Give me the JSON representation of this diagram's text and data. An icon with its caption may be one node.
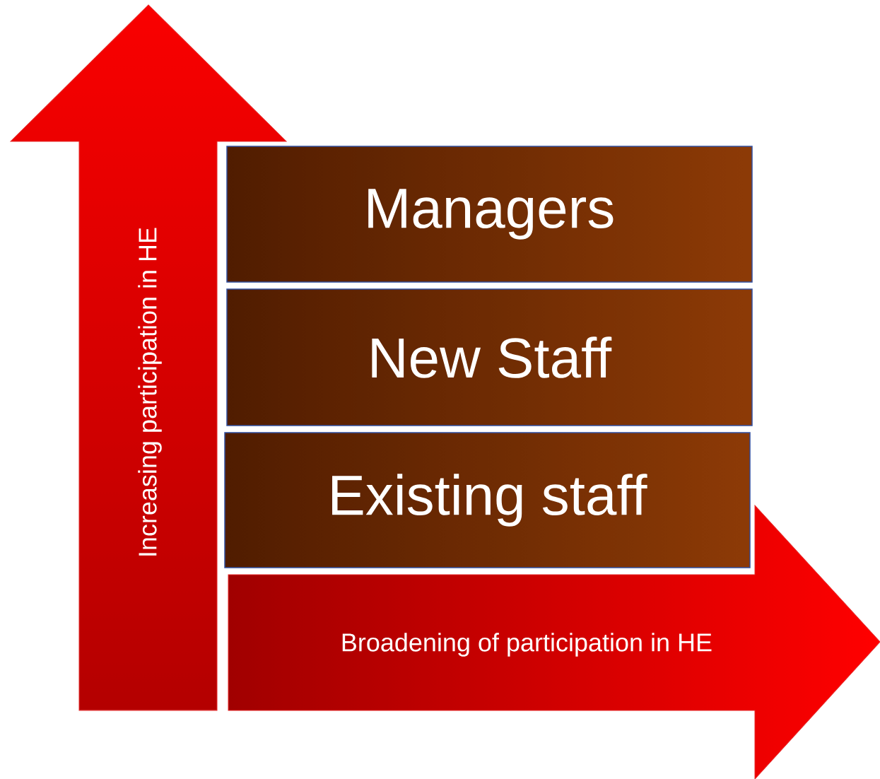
{
  "diagram": {
    "nodes": [
      {
        "text": [
          "Increasing participation in HE"
        ]
      },
      {
        "text": [
          "Managers"
        ]
      },
      {
        "text": [
          "New Staff"
        ]
      },
      {
        "text": [
          "Existing staff"
        ]
      },
      {
        "text": [
          "Broadening of participation in HE"
        ]
      }
    ]
  }
}
